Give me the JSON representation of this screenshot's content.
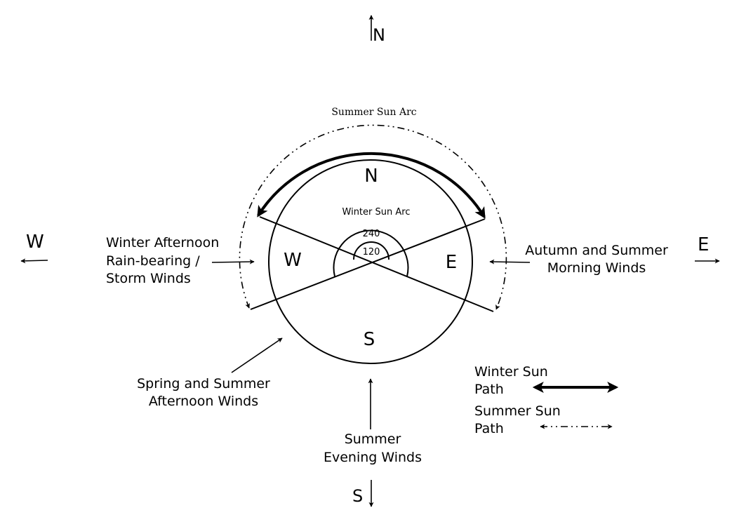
{
  "compass": {
    "north": "N",
    "south": "S",
    "east": "E",
    "west": "W"
  },
  "site": {
    "north": "N",
    "south": "S",
    "east": "E",
    "west": "W",
    "inner_ring_outer": "240",
    "inner_ring_inner": "120"
  },
  "arcs": {
    "summer_sun_arc": "Summer Sun Arc",
    "winter_sun_arc": "Winter Sun Arc"
  },
  "winds": {
    "winter_afternoon": [
      "Winter Afternoon",
      "Rain-bearing /",
      "Storm Winds"
    ],
    "autumn_summer_morning": [
      "Autumn and Summer",
      "Morning Winds"
    ],
    "spring_summer_afternoon": [
      "Spring and Summer",
      "Afternoon Winds"
    ],
    "summer_evening": [
      "Summer",
      "Evening Winds"
    ]
  },
  "legend": {
    "winter_sun_path": [
      "Winter Sun",
      "Path"
    ],
    "summer_sun_path": [
      "Summer Sun",
      "Path"
    ]
  }
}
